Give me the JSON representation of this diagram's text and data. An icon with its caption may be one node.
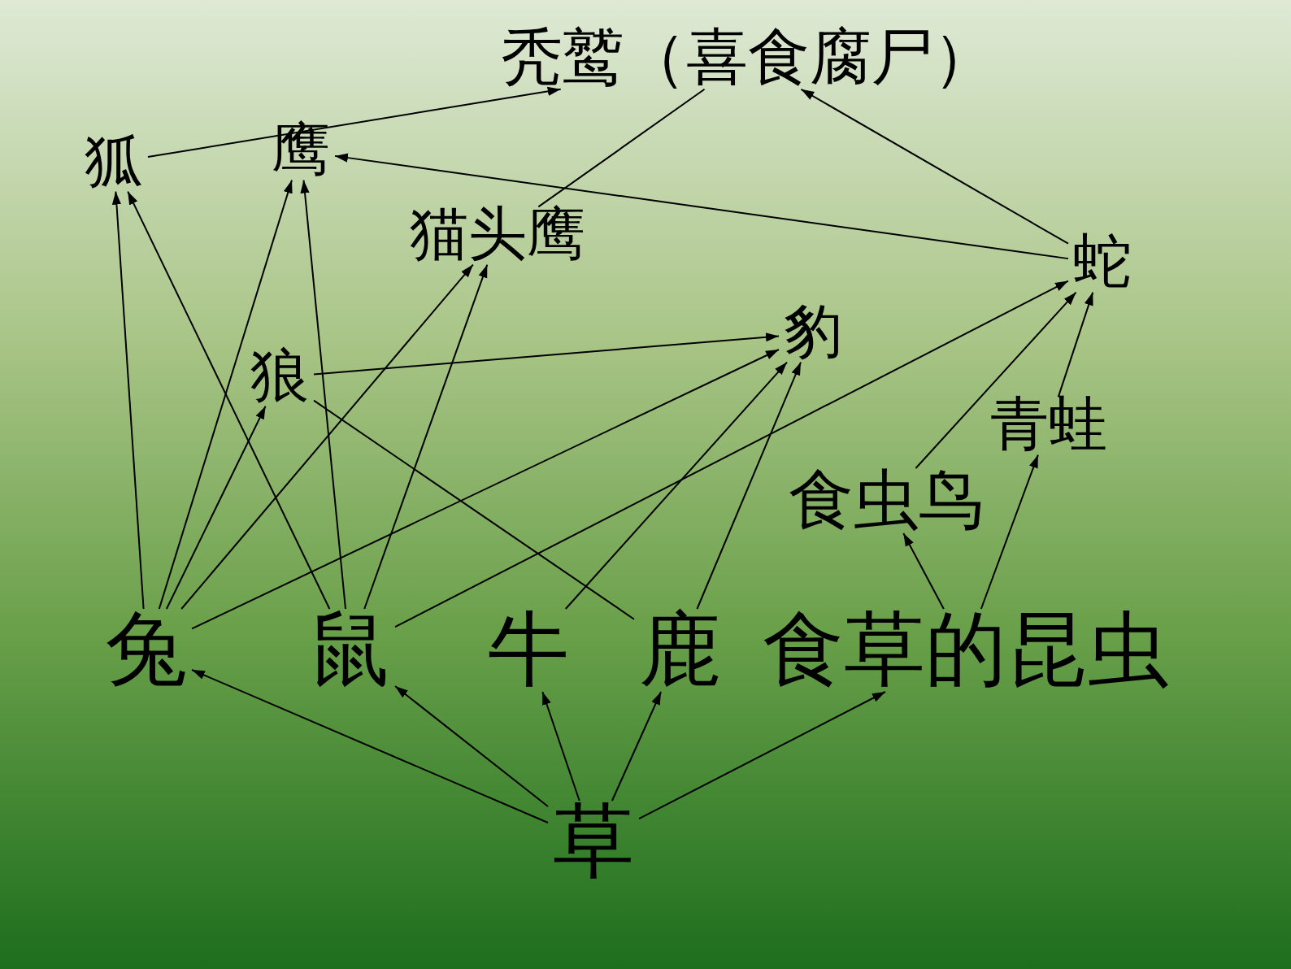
{
  "diagram": {
    "nodes": [
      {
        "text": [
          "秃鹫（喜食腐尸）"
        ]
      },
      {
        "text": [
          "狐"
        ]
      },
      {
        "text": [
          "鹰"
        ]
      },
      {
        "text": [
          "猫头鹰"
        ]
      },
      {
        "text": [
          "蛇"
        ]
      },
      {
        "text": [
          "狼"
        ]
      },
      {
        "text": [
          "豹"
        ]
      },
      {
        "text": [
          "青蛙"
        ]
      },
      {
        "text": [
          "食虫鸟"
        ]
      },
      {
        "text": [
          "兔"
        ]
      },
      {
        "text": [
          "鼠"
        ]
      },
      {
        "text": [
          "牛"
        ]
      },
      {
        "text": [
          "鹿"
        ]
      },
      {
        "text": [
          "食草的昆虫"
        ]
      },
      {
        "text": [
          "草"
        ]
      }
    ],
    "edges": [
      {
        "from": 1,
        "to": 0,
        "arrow": "to"
      },
      {
        "from": 3,
        "to": 0,
        "arrow": "none"
      },
      {
        "from": 4,
        "to": 0,
        "arrow": "to"
      },
      {
        "from": 4,
        "to": 2,
        "arrow": "to"
      },
      {
        "from": 9,
        "to": 1,
        "arrow": "to"
      },
      {
        "from": 10,
        "to": 1,
        "arrow": "to"
      },
      {
        "from": 9,
        "to": 2,
        "arrow": "to"
      },
      {
        "from": 10,
        "to": 2,
        "arrow": "to"
      },
      {
        "from": 9,
        "to": 5,
        "arrow": "to"
      },
      {
        "from": 9,
        "to": 3,
        "arrow": "to"
      },
      {
        "from": 10,
        "to": 3,
        "arrow": "to"
      },
      {
        "from": 9,
        "to": 6,
        "arrow": "to"
      },
      {
        "from": 5,
        "to": 6,
        "arrow": "to"
      },
      {
        "from": 12,
        "to": 5,
        "arrow": "none"
      },
      {
        "from": 10,
        "to": 4,
        "arrow": "to"
      },
      {
        "from": 8,
        "to": 4,
        "arrow": "to"
      },
      {
        "from": 7,
        "to": 4,
        "arrow": "to"
      },
      {
        "from": 11,
        "to": 6,
        "arrow": "to"
      },
      {
        "from": 12,
        "to": 6,
        "arrow": "to"
      },
      {
        "from": 13,
        "to": 8,
        "arrow": "to"
      },
      {
        "from": 13,
        "to": 7,
        "arrow": "to"
      },
      {
        "from": 14,
        "to": 9,
        "arrow": "to"
      },
      {
        "from": 14,
        "to": 10,
        "arrow": "to"
      },
      {
        "from": 14,
        "to": 11,
        "arrow": "to"
      },
      {
        "from": 14,
        "to": 12,
        "arrow": "to"
      },
      {
        "from": 14,
        "to": 13,
        "arrow": "to"
      }
    ]
  }
}
